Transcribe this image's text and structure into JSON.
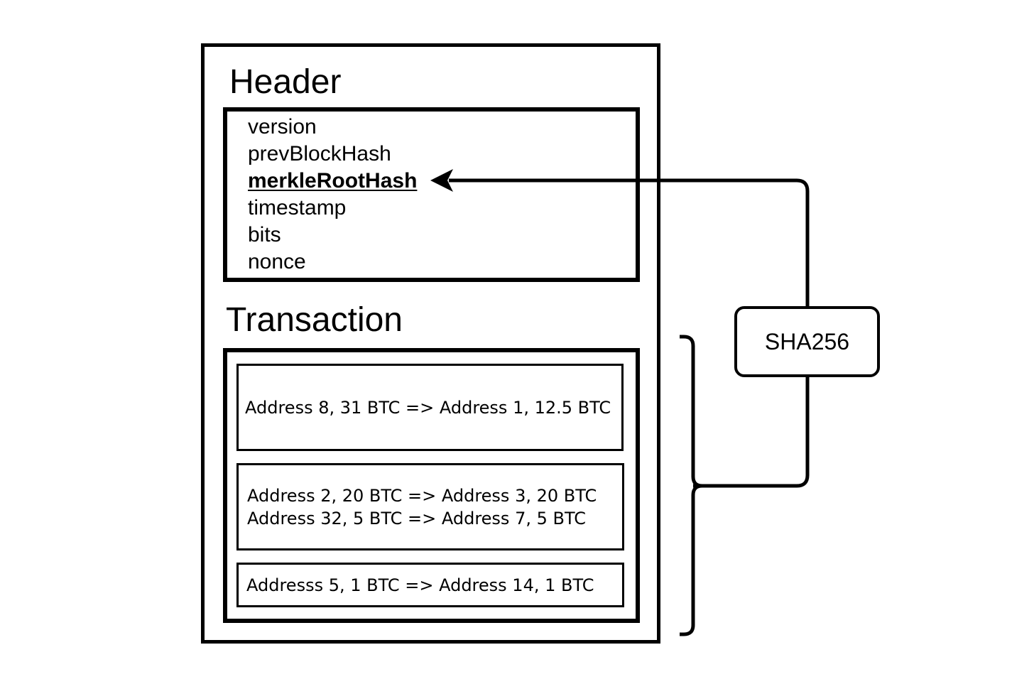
{
  "header": {
    "title": "Header",
    "fields": [
      "version",
      "prevBlockHash",
      "merkleRootHash",
      "timestamp",
      "bits",
      "nonce"
    ]
  },
  "transaction": {
    "title": "Transaction",
    "items": [
      [
        "Address 8, 31 BTC => Address 1, 12.5 BTC"
      ],
      [
        "Address 2, 20 BTC => Address 3, 20 BTC",
        "Address 32, 5 BTC => Address 7, 5 BTC"
      ],
      [
        "Addresss 5, 1 BTC => Address 14, 1 BTC"
      ]
    ]
  },
  "hash_function": {
    "label": "SHA256"
  }
}
